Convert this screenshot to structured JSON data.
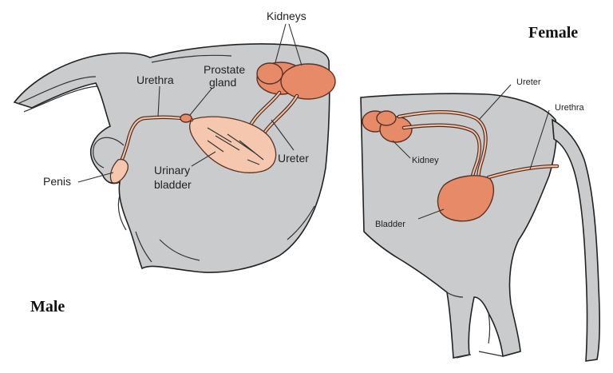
{
  "male": {
    "title": "Male",
    "labels": {
      "kidneys": "Kidneys",
      "prostate_line1": "Prostate",
      "prostate_line2": "gland",
      "urethra": "Urethra",
      "penis": "Penis",
      "urinary_line1": "Urinary",
      "urinary_line2": "bladder",
      "ureter": "Ureter"
    }
  },
  "female": {
    "title": "Female",
    "labels": {
      "ureter": "Ureter",
      "urethra": "Urethra",
      "kidney": "Kidney",
      "bladder": "Bladder"
    }
  },
  "colors": {
    "fur": "#c9cbcd",
    "organ": "#e68a68",
    "organ_pale": "#f4c7ae",
    "outline": "#222222"
  }
}
